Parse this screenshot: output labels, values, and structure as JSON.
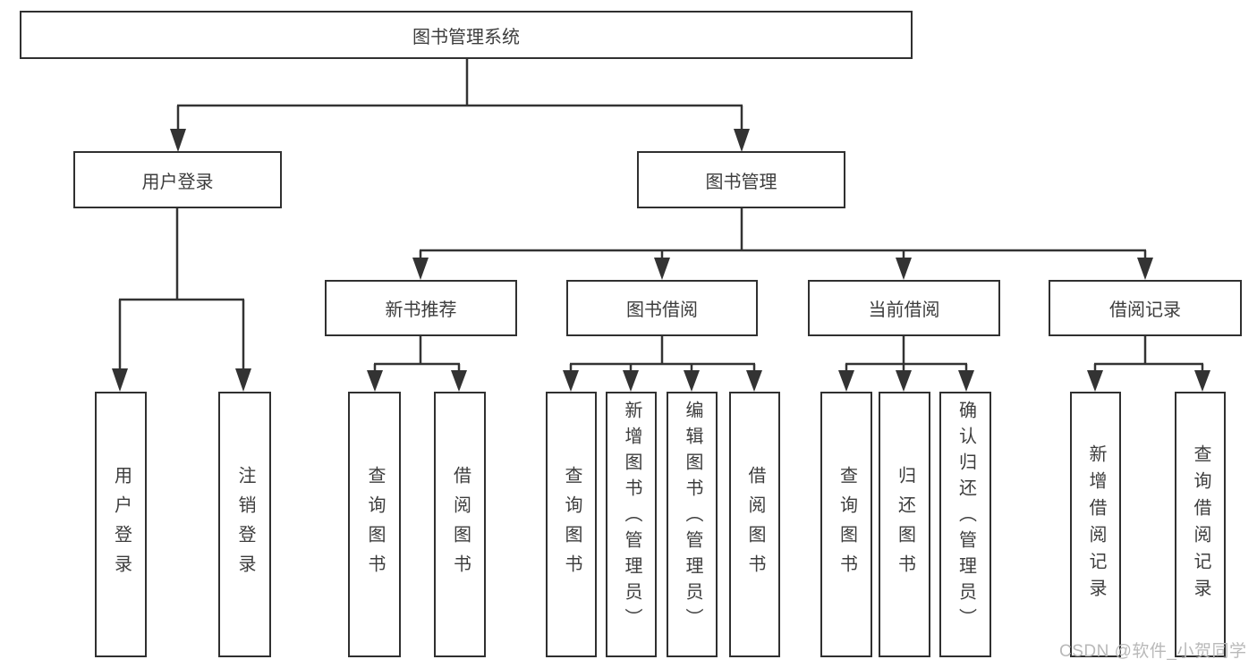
{
  "diagram": {
    "root": {
      "label": "图书管理系统"
    },
    "branches": [
      {
        "label": "用户登录",
        "children": [
          {
            "label": "用户登录"
          },
          {
            "label": "注销登录"
          }
        ]
      },
      {
        "label": "图书管理",
        "children": [
          {
            "label": "新书推荐",
            "children": [
              {
                "label": "查询图书"
              },
              {
                "label": "借阅图书"
              }
            ]
          },
          {
            "label": "图书借阅",
            "children": [
              {
                "label": "查询图书"
              },
              {
                "label": "新增图书（管理员）"
              },
              {
                "label": "编辑图书（管理员）"
              },
              {
                "label": "借阅图书"
              }
            ]
          },
          {
            "label": "当前借阅",
            "children": [
              {
                "label": "查询图书"
              },
              {
                "label": "归还图书"
              },
              {
                "label": "确认归还（管理员）"
              }
            ]
          },
          {
            "label": "借阅记录",
            "children": [
              {
                "label": "新增借阅记录"
              },
              {
                "label": "查询借阅记录"
              }
            ]
          }
        ]
      }
    ]
  },
  "watermark": {
    "text": "CSDN @软件_小贺同学"
  },
  "colors": {
    "line": "#333333",
    "text": "#3d3d3d",
    "border": "#303030",
    "watermark": "#b9b9b9",
    "background": "#ffffff"
  }
}
